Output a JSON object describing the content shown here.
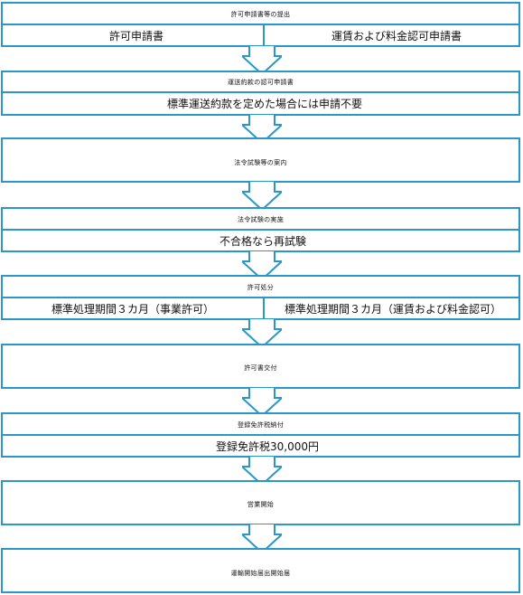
{
  "steps": [
    {
      "title": "許可申請書等の提出",
      "details": [
        "許可申請書",
        "運賃および料金認可申請書"
      ]
    },
    {
      "title": "運送約款の認可申請書",
      "details": [
        "標準運送約款を定めた場合には申請不要"
      ]
    },
    {
      "title": "法令試験等の案内",
      "details": []
    },
    {
      "title": "法令試験の実施",
      "details": [
        "不合格なら再試験"
      ]
    },
    {
      "title": "許可処分",
      "details": [
        "標準処理期間３カ月（事業許可）",
        "標準処理期間３カ月（運賃および料金認可）"
      ]
    },
    {
      "title": "許可書交付",
      "details": []
    },
    {
      "title": "登録免許税納付",
      "details": [
        "登録免許税30,000円"
      ]
    },
    {
      "title": "営業開始",
      "details": []
    },
    {
      "title": "運輸開始届出開始届",
      "details": []
    }
  ],
  "colors": {
    "border": "#2b96c8",
    "text": "#111111"
  }
}
